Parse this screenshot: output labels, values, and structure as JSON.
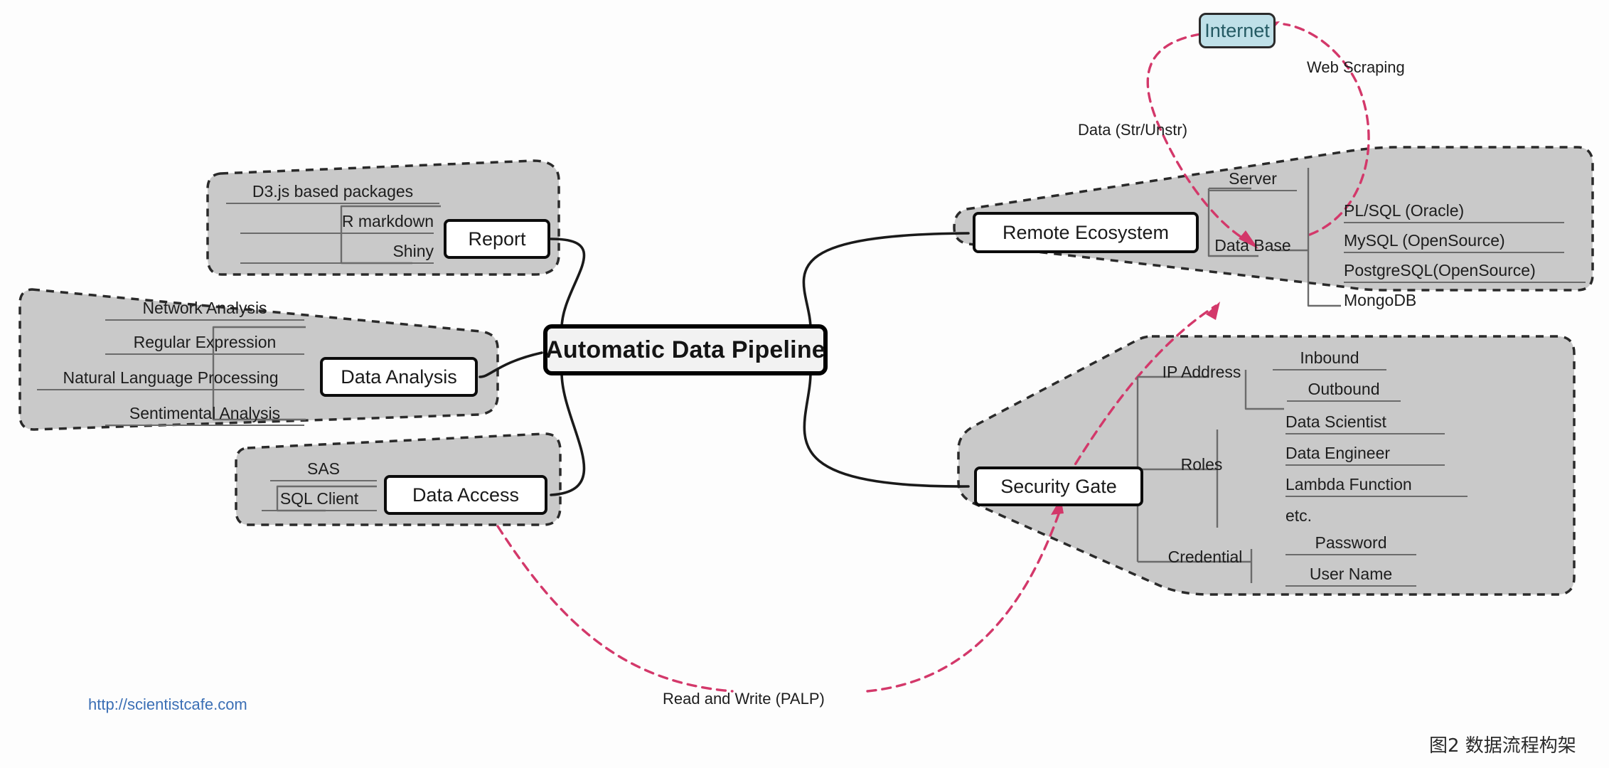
{
  "diagram": {
    "center": {
      "label": "Automatic Data Pipeline"
    },
    "external": {
      "internet_label": "Internet"
    },
    "annotations": {
      "web_scraping": "Web Scraping",
      "data_str_unstr": "Data (Str/Unstr)",
      "read_write": "Read and Write (PALP)"
    },
    "footer": {
      "url": "http://scientistcafe.com",
      "caption": "图2   数据流程构架"
    },
    "branches": [
      {
        "id": "report",
        "label": "Report",
        "items": [
          "D3.js based packages",
          "R markdown",
          "Shiny"
        ]
      },
      {
        "id": "data-analysis",
        "label": "Data Analysis",
        "items": [
          "Network Analysis",
          "Regular Expression",
          "Natural Language Processing",
          "Sentimental Analysis"
        ]
      },
      {
        "id": "data-access",
        "label": "Data Access",
        "items": [
          "SAS",
          "SQL Client"
        ]
      },
      {
        "id": "remote-ecosystem",
        "label": "Remote Ecosystem",
        "items": [
          "Server",
          "Data Base"
        ],
        "sub": {
          "Data Base": [
            "PL/SQL (Oracle)",
            "MySQL (OpenSource)",
            "PostgreSQL(OpenSource)",
            "MongoDB"
          ]
        }
      },
      {
        "id": "security-gate",
        "label": "Security Gate",
        "items": [
          "IP Address",
          "Roles",
          "Credential"
        ],
        "sub": {
          "IP Address": [
            "Inbound",
            "Outbound"
          ],
          "Roles": [
            "Data Scientist",
            "Data Engineer",
            "Lambda Function",
            "etc."
          ],
          "Credential": [
            "Password",
            "User Name"
          ]
        }
      }
    ],
    "colors": {
      "hull_fill": "#c9c9c9",
      "node_stroke": "#0c0c0c",
      "internet_fill": "#bfe0e8",
      "dashed_red": "#d3386a",
      "link_black": "#1a1a1a",
      "url_blue": "#3b6fb5"
    }
  }
}
